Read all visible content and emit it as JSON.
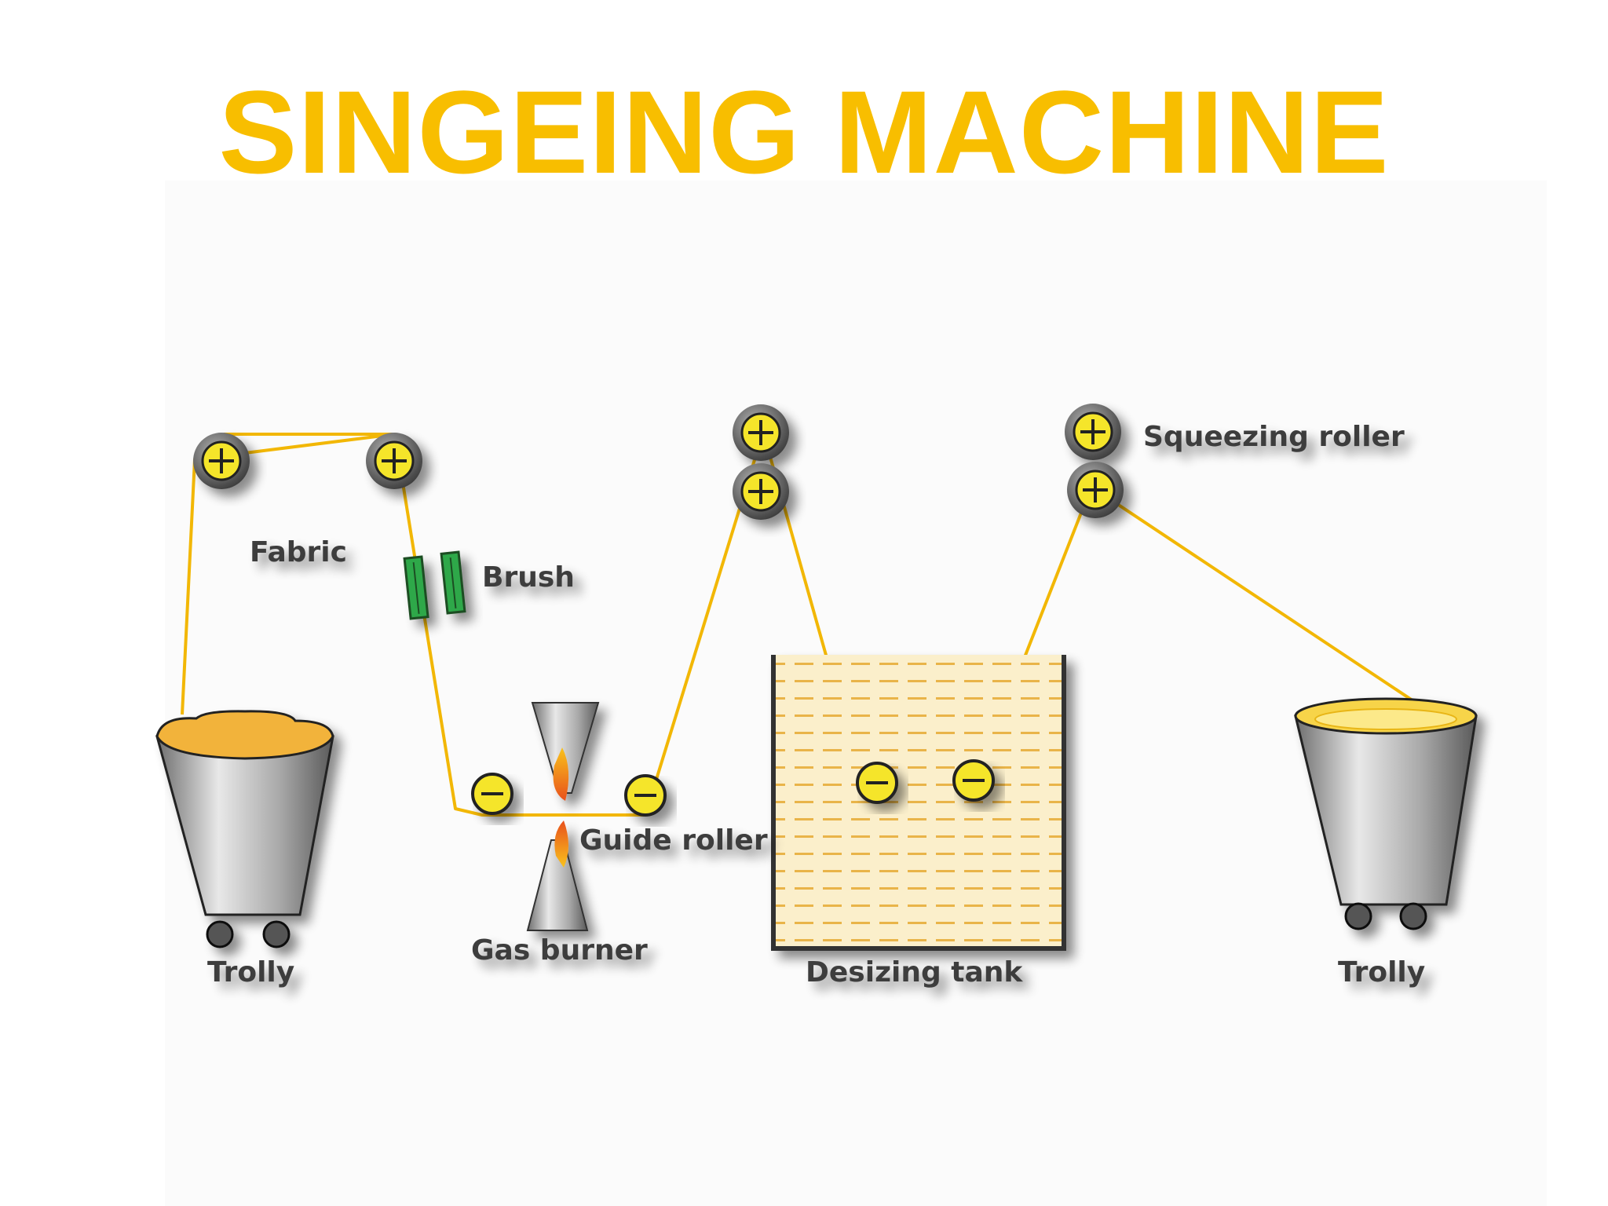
{
  "title": "SINGEING MACHINE",
  "labels": {
    "fabric": "Fabric",
    "brush": "Brush",
    "squeezing_roller": "Squeezing roller",
    "guide_roller": "Guide roller",
    "gas_burner": "Gas burner",
    "desizing_tank": "Desizing tank",
    "trolly_left": "Trolly",
    "trolly_right": "Trolly"
  },
  "colors": {
    "title": "#F8BE00",
    "fabric": "#F2B705",
    "roller_fill": "#F5E52A",
    "tank_liquid": "#FBEFCB",
    "brush": "#2FA84A",
    "flame": "#F26B1D",
    "label": "#3c3c3c"
  }
}
